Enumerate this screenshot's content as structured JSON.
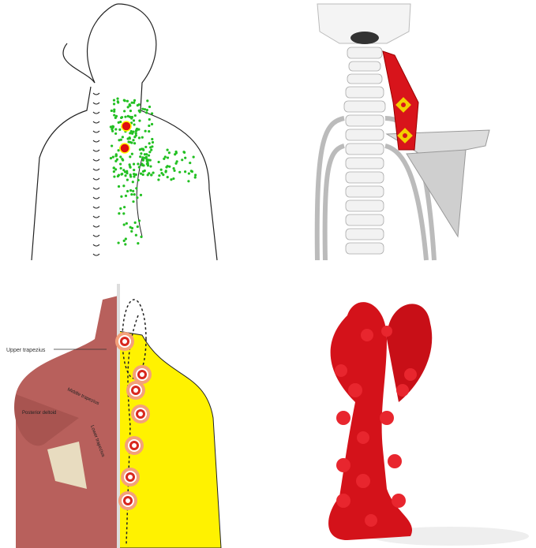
{
  "panels": {
    "referral_pattern": {
      "dot_color": "#22c022",
      "trigger_color": "#e01010"
    },
    "skeleton": {
      "muscle_color": "#d8141b",
      "trigger_color": "#f2d000"
    },
    "muscle_anatomy": {
      "labels": {
        "upper_trapezius": "Upper trapezius",
        "middle_trapezius": "Middle trapezius",
        "posterior_deltoid": "Posterior deltoid",
        "lower_trapezius": "Lower trapezius"
      },
      "muscle_color": "#b8605c",
      "pain_color": "#fff200"
    },
    "product": {
      "color": "#d4121a"
    }
  }
}
